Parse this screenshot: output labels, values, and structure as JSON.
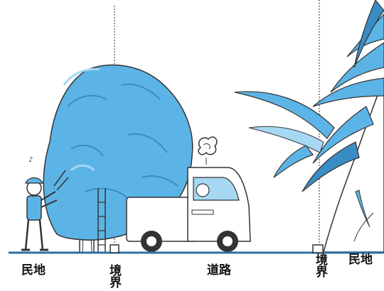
{
  "labels": {
    "left_private_land": "民地",
    "left_boundary": "境界",
    "road": "道路",
    "right_boundary": "境界",
    "right_private_land": "民地"
  },
  "colors": {
    "foliage": "#5cb4e6",
    "foliage_dark": "#3a8cc4",
    "foliage_light": "#a6d8f3",
    "ink": "#222222",
    "truck": "#ffffff",
    "ground": "#2a6fa8"
  },
  "icons": {
    "tree": "bushy-tree",
    "truck": "delivery-truck",
    "worker": "gardener-with-shears",
    "palm": "palm-tree",
    "angry_cloud": "frustration-scribble"
  }
}
